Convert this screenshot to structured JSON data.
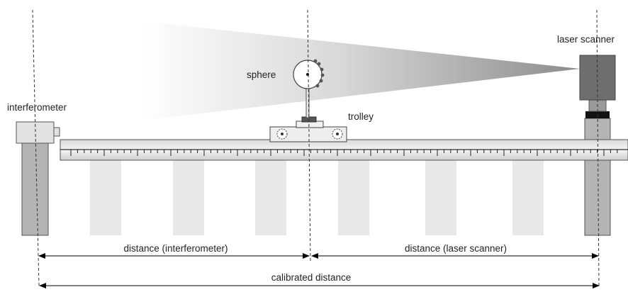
{
  "labels": {
    "interferometer": "interferometer",
    "laser_scanner": "laser scanner",
    "sphere": "sphere",
    "trolley": "trolley",
    "distance_interferometer": "distance (interferometer)",
    "distance_laser_scanner": "distance (laser scanner)",
    "calibrated_distance": "calibrated distance"
  },
  "colors": {
    "metal_gray": "#b4b4b4",
    "dark_gray": "#6e6e6e",
    "support_gray": "#e8e8e8",
    "beam_dark": "#8a8a8a"
  }
}
